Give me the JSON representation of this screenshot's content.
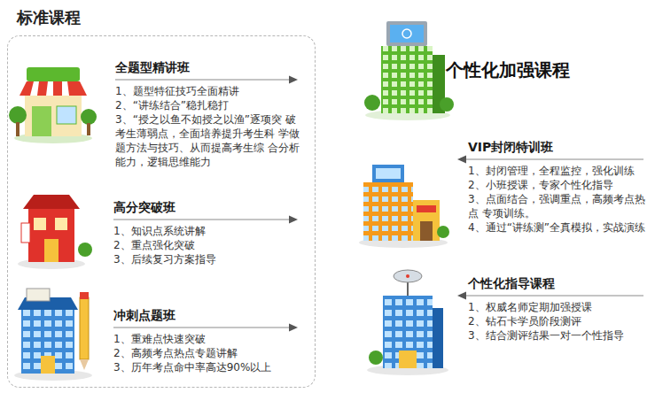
{
  "diagram": {
    "nodes": [
      {
        "text": [
          "标准课程"
        ]
      },
      {
        "text": [
          "全题型精讲班",
          "1、题型特征技巧全面精讲",
          "2、“讲练结合”稳扎稳打",
          "3、“授之以鱼不如授之以渔”逐项突 破考生薄弱点，全面培养提升考生科 学做题方法与技巧、从而提高考生综 合分析能力，逻辑思维能力"
        ],
        "in": 0
      },
      {
        "text": [
          "高分突破班",
          "1、知识点系统讲解",
          "2、重点强化突破",
          "3、后续复习方案指导"
        ],
        "in": 0
      },
      {
        "text": [
          "冲刺点题班",
          "1、重难点快速突破",
          "2、高频考点热点专题讲解",
          "3、历年考点命中率高达90%以上"
        ],
        "in": 0
      },
      {
        "text": [
          "VIP封闭特训班",
          "1、封闭管理，全程监控，强化训练",
          "2、小班授课，专家个性化指导",
          "3、点面结合，强调重点，高频考点热点 专项训练。",
          "4、通过“讲练测”全真模拟，实战演练"
        ]
      },
      {
        "text": [
          "个性化指导课程",
          "1、权威名师定期加强授课",
          "2、钻石卡学员阶段测评",
          "3、结合测评结果一对一个性指导"
        ]
      }
    ],
    "labels": [
      "个性化加强课程"
    ]
  }
}
